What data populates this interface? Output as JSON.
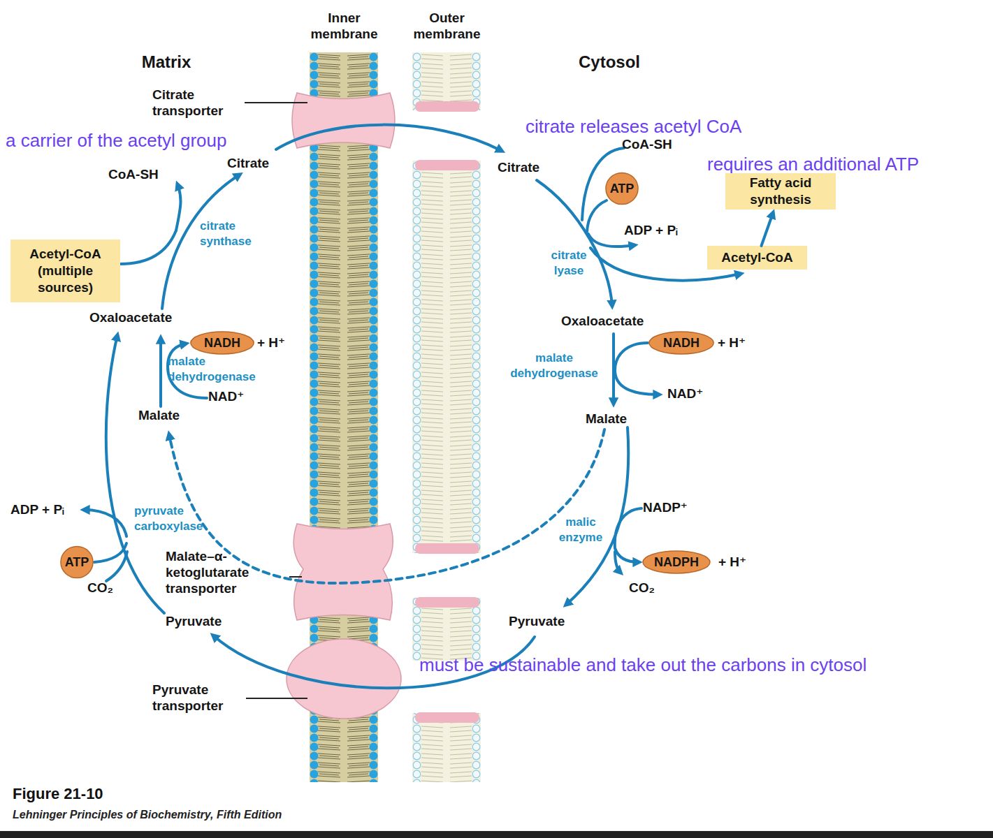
{
  "diagram": {
    "caption": "Figure 21-10",
    "nodes": [
      {
        "text": [
          "ATP"
        ]
      },
      {
        "text": [
          "Fatty acid synthesis"
        ]
      },
      {
        "text": [
          "Acetyl-CoA (multiple sources)"
        ]
      },
      {
        "text": [
          "Acetyl-CoA"
        ]
      },
      {
        "text": [
          "NADH"
        ]
      },
      {
        "text": [
          "NADH"
        ]
      },
      {
        "text": [
          "ATP"
        ]
      },
      {
        "text": [
          "NADPH"
        ]
      }
    ],
    "edges": [
      {
        "from": 3,
        "to": 1,
        "arrow": "to"
      }
    ],
    "labels": [
      "Inner membrane",
      "Outer membrane",
      "Matrix",
      "Cytosol",
      "Citrate transporter",
      "a carrier of the acetyl group",
      "Citrate",
      "CoA-SH",
      "citrate synthase",
      "Oxaloacetate",
      "+ H⁺",
      "malate dehydrogenase",
      "NAD⁺",
      "Malate",
      "ADP + Pᵢ",
      "pyruvate carboxylase",
      "CO₂",
      "Malate–α-ketoglutarate transporter",
      "Pyruvate",
      "Pyruvate transporter",
      "citrate releases acetyl CoA",
      "Citrate",
      "CoA-SH",
      "requires an additional ATP",
      "ADP + Pᵢ",
      "citrate lyase",
      "Oxaloacetate",
      "+ H⁺",
      "malate dehydrogenase",
      "NAD⁺",
      "Malate",
      "NADP⁺",
      "malic enzyme",
      "+ H⁺",
      "CO₂",
      "Pyruvate",
      "must be sustainable and take out the carbons in cytosol",
      "Lehninger Principles of Biochemistry, Fifth Edition"
    ]
  }
}
